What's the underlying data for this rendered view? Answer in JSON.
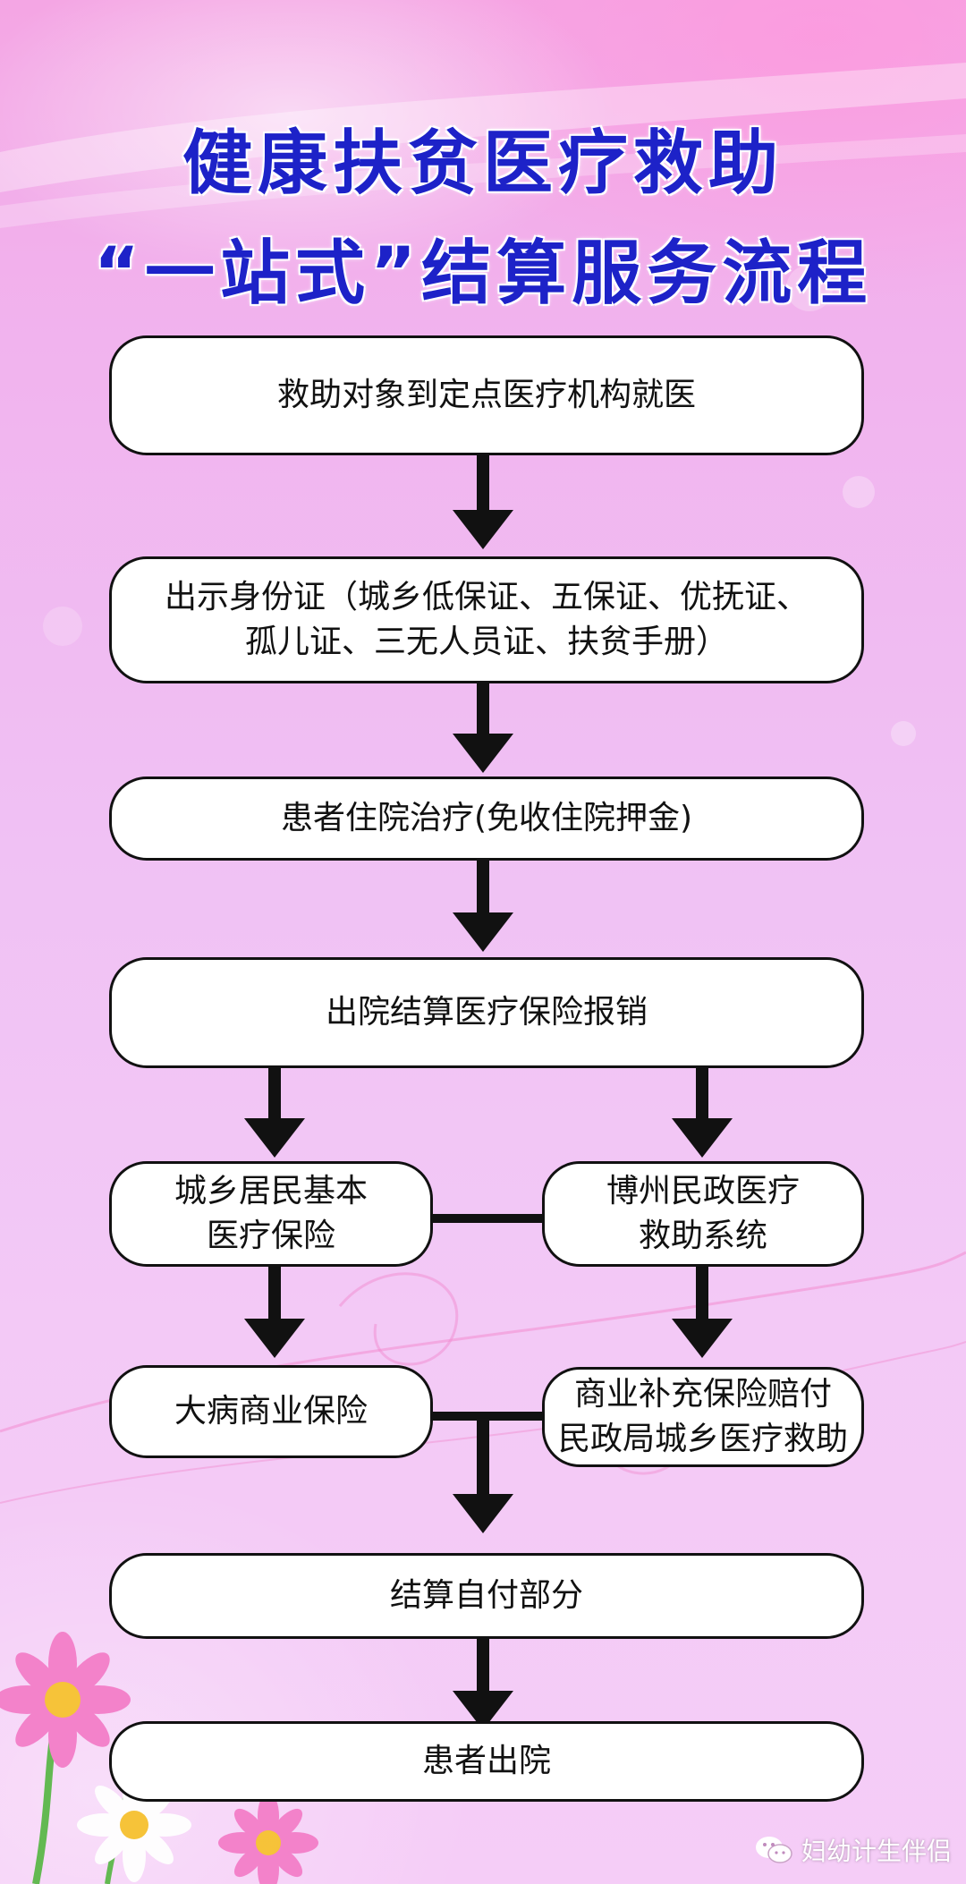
{
  "title": {
    "line1": "健康扶贫医疗救助",
    "line2": "“一站式”结算服务流程"
  },
  "steps": {
    "s1": "救助对象到定点医疗机构就医",
    "s2_line1": "出示身份证（城乡低保证、五保证、优抚证、",
    "s2_line2": "孤儿证、三无人员证、扶贫手册）",
    "s3": "患者住院治疗(免收住院押金)",
    "s4": "出院结算医疗保险报销",
    "s5_left_line1": "城乡居民基本",
    "s5_left_line2": "医疗保险",
    "s5_right_line1": "博州民政医疗",
    "s5_right_line2": "救助系统",
    "s6_left": "大病商业保险",
    "s6_right_line1": "商业补充保险赔付",
    "s6_right_line2": "民政局城乡医疗救助",
    "s7": "结算自付部分",
    "s8": "患者出院"
  },
  "watermark": {
    "text": "妇幼计生伴侣",
    "icon": "wechat-icon"
  },
  "colors": {
    "title": "#1d22c8",
    "box_fill": "#ffffff",
    "stroke": "#111111"
  }
}
